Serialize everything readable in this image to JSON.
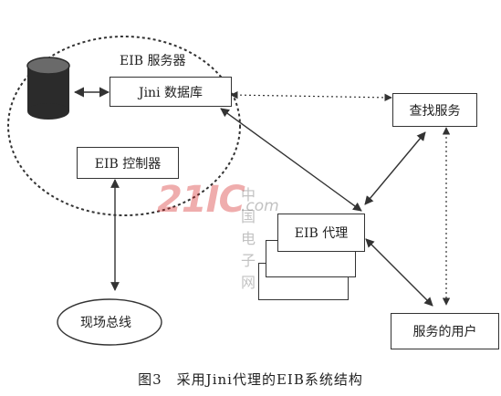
{
  "server_label": "EIB 服务器",
  "nodes": {
    "jini_db": "Jini 数据库",
    "lookup": "查找服务",
    "controller": "EIB 控制器",
    "proxy": "EIB 代理",
    "field_bus": "现场总线",
    "user": "服务的用户"
  },
  "watermark": {
    "logo": "21IC",
    "cn": "中国电子网",
    "com": ".com"
  },
  "caption": "图3　采用Jini代理的EIB系统结构",
  "colors": {
    "line": "#333333",
    "watermark": "#d62828"
  }
}
